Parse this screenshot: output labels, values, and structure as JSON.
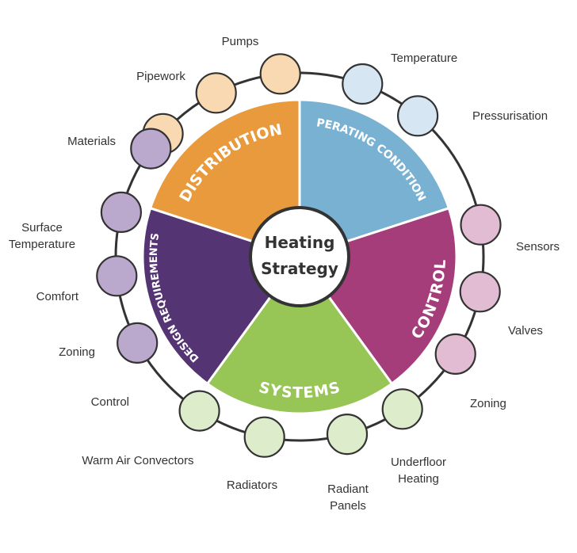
{
  "center": {
    "line1": "Heating",
    "line2": "Strategy"
  },
  "segments": [
    {
      "id": "distribution",
      "title": "DISTRIBUTION",
      "color": "#E89A3C"
    },
    {
      "id": "operating-conditions",
      "title": "OPERATING CONDITIONS",
      "color": "#79B1D3"
    },
    {
      "id": "control",
      "title": "CONTROL",
      "color": "#A43D7A"
    },
    {
      "id": "systems",
      "title": "SYSTEMS",
      "color": "#97C556"
    },
    {
      "id": "design-requirements",
      "title": "DESIGN REQUIREMENTS",
      "color": "#553473"
    }
  ],
  "nodes": [
    {
      "id": "pumps",
      "lines": [
        "Pumps"
      ],
      "group": "distribution",
      "fill": "#F9D9B1"
    },
    {
      "id": "pipework",
      "lines": [
        "Pipework"
      ],
      "group": "distribution",
      "fill": "#F9D9B1"
    },
    {
      "id": "materials",
      "lines": [
        "Materials"
      ],
      "group": "distribution",
      "fill": "#F9D9B1"
    },
    {
      "id": "temperature",
      "lines": [
        "Temperature"
      ],
      "group": "operating-conditions",
      "fill": "#D6E6F3"
    },
    {
      "id": "pressurisation",
      "lines": [
        "Pressurisation"
      ],
      "group": "operating-conditions",
      "fill": "#D6E6F3"
    },
    {
      "id": "sensors",
      "lines": [
        "Sensors"
      ],
      "group": "control",
      "fill": "#E2BCD2"
    },
    {
      "id": "valves",
      "lines": [
        "Valves"
      ],
      "group": "control",
      "fill": "#E2BCD2"
    },
    {
      "id": "zoning-control",
      "lines": [
        "Zoning"
      ],
      "group": "control",
      "fill": "#E2BCD2"
    },
    {
      "id": "underfloor-heating",
      "lines": [
        "Underfloor",
        "Heating"
      ],
      "group": "systems",
      "fill": "#DDECCB"
    },
    {
      "id": "radiant-panels",
      "lines": [
        "Radiant",
        "Panels"
      ],
      "group": "systems",
      "fill": "#DDECCB"
    },
    {
      "id": "radiators",
      "lines": [
        "Radiators"
      ],
      "group": "systems",
      "fill": "#DDECCB"
    },
    {
      "id": "warm-air-convectors",
      "lines": [
        "Warm Air Convectors"
      ],
      "group": "systems",
      "fill": "#DDECCB"
    },
    {
      "id": "control",
      "lines": [
        "Control"
      ],
      "group": "design-requirements",
      "fill": "#BBA9CD"
    },
    {
      "id": "zoning-design",
      "lines": [
        "Zoning"
      ],
      "group": "design-requirements",
      "fill": "#BBA9CD"
    },
    {
      "id": "comfort",
      "lines": [
        "Comfort"
      ],
      "group": "design-requirements",
      "fill": "#BBA9CD"
    },
    {
      "id": "surface-temperature",
      "lines": [
        "Surface",
        "Temperature"
      ],
      "group": "design-requirements",
      "fill": "#BBA9CD"
    }
  ]
}
